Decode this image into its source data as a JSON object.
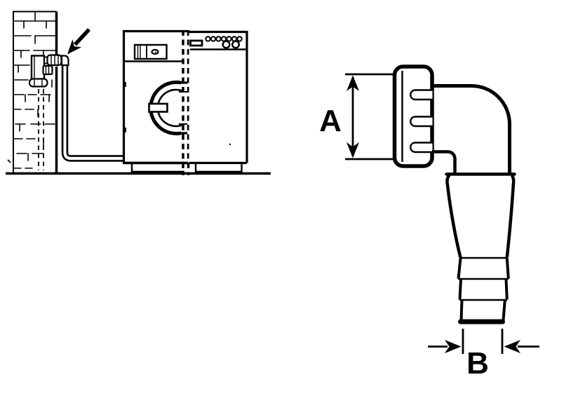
{
  "colors": {
    "background": "#ffffff",
    "line": "#000000"
  },
  "scene": {
    "parts": [
      "brick-wall",
      "wall-tap",
      "inlet-hose",
      "pointer-arrow",
      "washing-machine-front-view",
      "washing-machine-side-view",
      "floor"
    ]
  },
  "detail": {
    "parts": [
      "union-nut",
      "elbow-pipe",
      "hose-sleeve",
      "hose-barbs"
    ],
    "dim_a": {
      "label": "A"
    },
    "dim_b": {
      "label": "B"
    }
  }
}
